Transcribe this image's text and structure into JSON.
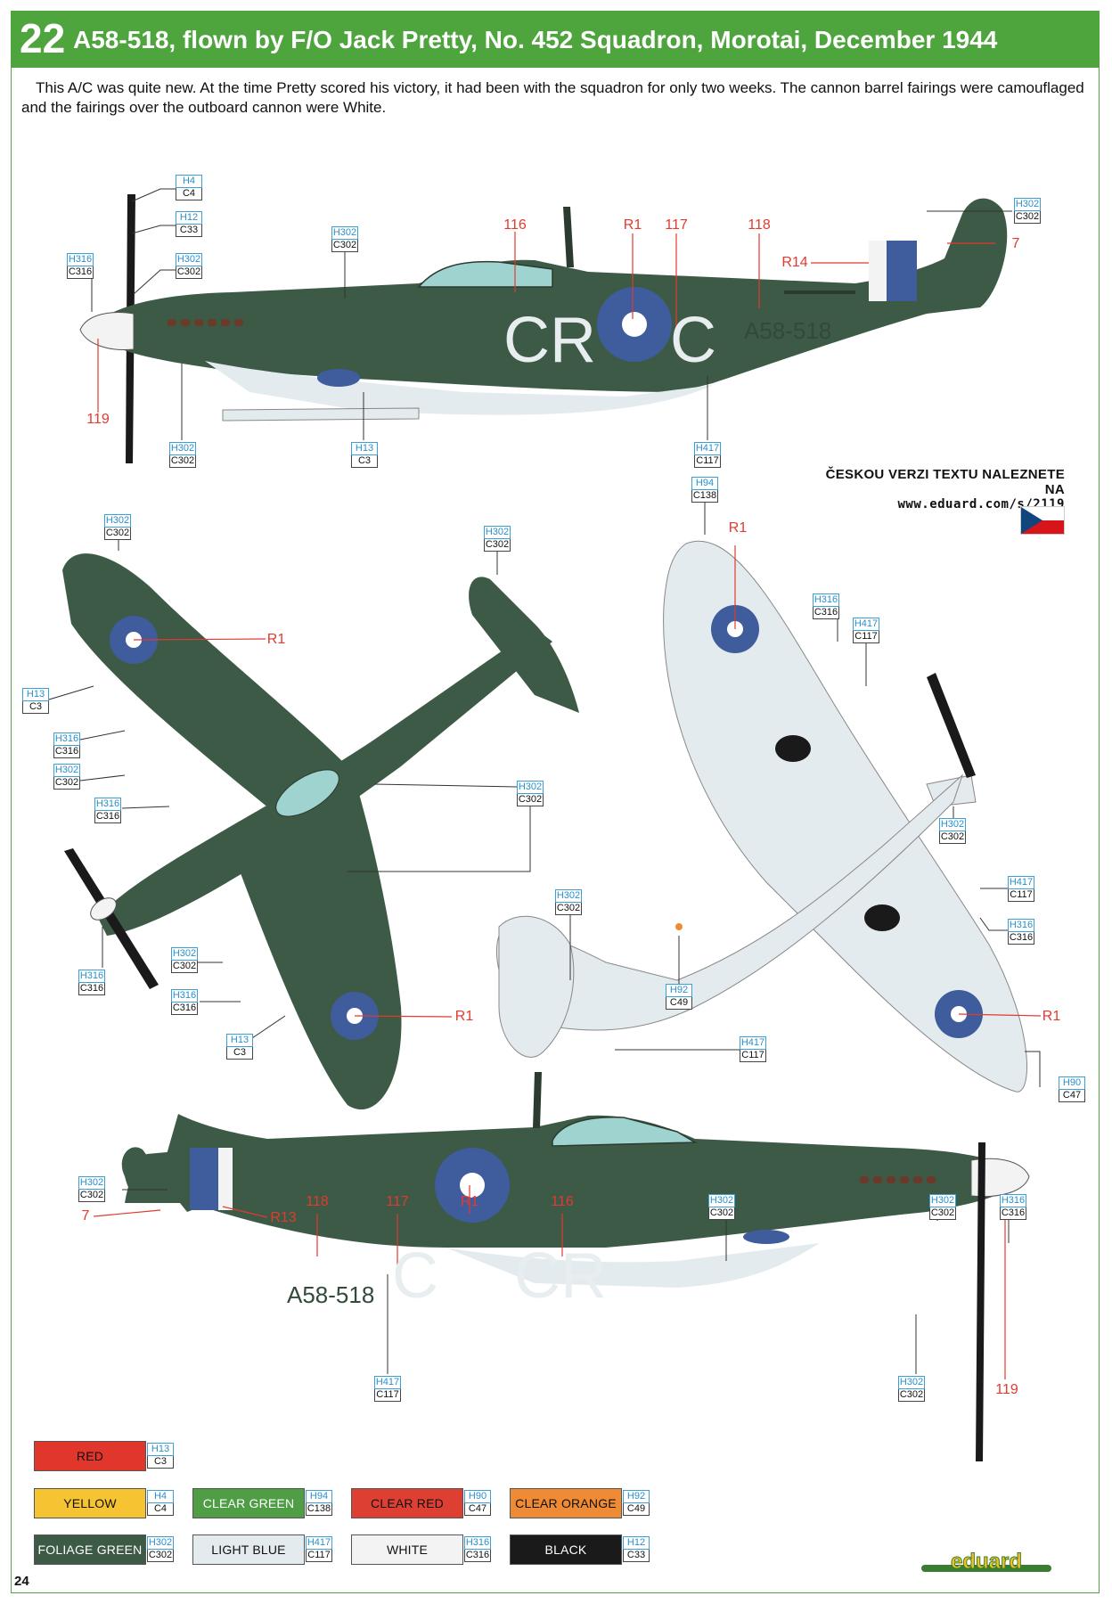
{
  "header": {
    "profile_number": "22",
    "title": "A58-518, flown by F/O Jack Pretty, No. 452 Squadron, Morotai, December 1944"
  },
  "intro": {
    "line1": "This A/C was quite new. At the time Pretty scored his victory, it had been with the squadron for only two weeks. The cannon barrel fairings were camouflaged",
    "line2": "and the fairings over the outboard cannon were White."
  },
  "czech_note": {
    "text": "ČESKOU VERZI TEXTU NALEZNETE NA",
    "url": "www.eduard.com/s/2119"
  },
  "aircraft": {
    "codes_left": "CR",
    "codes_right": "C",
    "codes_right_side_left": "C",
    "codes_right_side_right": "CR",
    "serial": "A58-518"
  },
  "callouts": [
    {
      "h": "H4",
      "c": "C4"
    },
    {
      "h": "H12",
      "c": "C33"
    },
    {
      "h": "H316",
      "c": "C316"
    },
    {
      "h": "H302",
      "c": "C302"
    },
    {
      "h": "H302",
      "c": "C302"
    },
    {
      "h": "H302",
      "c": "C302"
    },
    {
      "h": "H302",
      "c": "C302"
    },
    {
      "h": "H13",
      "c": "C3"
    },
    {
      "h": "H417",
      "c": "C117"
    },
    {
      "h": "H94",
      "c": "C138"
    },
    {
      "h": "H302",
      "c": "C302"
    },
    {
      "h": "H302",
      "c": "C302"
    },
    {
      "h": "H13",
      "c": "C3"
    },
    {
      "h": "H316",
      "c": "C316"
    },
    {
      "h": "H302",
      "c": "C302"
    },
    {
      "h": "H316",
      "c": "C316"
    },
    {
      "h": "H302",
      "c": "C302"
    },
    {
      "h": "H316",
      "c": "C316"
    },
    {
      "h": "H302",
      "c": "C302"
    },
    {
      "h": "H316",
      "c": "C316"
    },
    {
      "h": "H13",
      "c": "C3"
    },
    {
      "h": "H316",
      "c": "C316"
    },
    {
      "h": "H417",
      "c": "C117"
    },
    {
      "h": "H302",
      "c": "C302"
    },
    {
      "h": "H417",
      "c": "C117"
    },
    {
      "h": "H316",
      "c": "C316"
    },
    {
      "h": "H302",
      "c": "C302"
    },
    {
      "h": "H92",
      "c": "C49"
    },
    {
      "h": "H417",
      "c": "C117"
    },
    {
      "h": "H90",
      "c": "C47"
    },
    {
      "h": "H302",
      "c": "C302"
    },
    {
      "h": "H302",
      "c": "C302"
    },
    {
      "h": "H302",
      "c": "C302"
    },
    {
      "h": "H316",
      "c": "C316"
    },
    {
      "h": "H417",
      "c": "C117"
    },
    {
      "h": "H302",
      "c": "C302"
    }
  ],
  "markings": [
    {
      "label": "116"
    },
    {
      "label": "R1"
    },
    {
      "label": "117"
    },
    {
      "label": "118"
    },
    {
      "label": "R14"
    },
    {
      "label": "7"
    },
    {
      "label": "119"
    },
    {
      "label": "R1"
    },
    {
      "label": "R1"
    },
    {
      "label": "R1"
    },
    {
      "label": "R1"
    },
    {
      "label": "7"
    },
    {
      "label": "R13"
    },
    {
      "label": "118"
    },
    {
      "label": "117"
    },
    {
      "label": "R1"
    },
    {
      "label": "116"
    },
    {
      "label": "119"
    }
  ],
  "legend": [
    {
      "name": "RED",
      "h": "H13",
      "c": "C3",
      "color": "#e1362b",
      "text_color": "#111111"
    },
    {
      "name": "YELLOW",
      "h": "H4",
      "c": "C4",
      "color": "#f6c332",
      "text_color": "#111111"
    },
    {
      "name": "CLEAR GREEN",
      "h": "H94",
      "c": "C138",
      "color": "#4f9e45",
      "text_color": "#ffffff"
    },
    {
      "name": "CLEAR RED",
      "h": "H90",
      "c": "C47",
      "color": "#dd4033",
      "text_color": "#111111"
    },
    {
      "name": "CLEAR ORANGE",
      "h": "H92",
      "c": "C49",
      "color": "#ef8b35",
      "text_color": "#111111"
    },
    {
      "name": "FOLIAGE GREEN",
      "h": "H302",
      "c": "C302",
      "color": "#3d5a46",
      "text_color": "#ffffff"
    },
    {
      "name": "LIGHT BLUE",
      "h": "H417",
      "c": "C117",
      "color": "#e3ebee",
      "text_color": "#111111"
    },
    {
      "name": "WHITE",
      "h": "H316",
      "c": "C316",
      "color": "#f3f3f3",
      "text_color": "#111111"
    },
    {
      "name": "BLACK",
      "h": "H12",
      "c": "C33",
      "color": "#1a1a1a",
      "text_color": "#ffffff"
    }
  ],
  "page_number": "24",
  "brand": "eduard",
  "colors": {
    "header_green": "#4ea43d",
    "foliage_green": "#3d5a46",
    "light_blue": "#e3ebee",
    "roundel_blue": "#3f5c9c",
    "marking_red": "#e23a2e",
    "callout_blue": "#2a8fc9"
  }
}
